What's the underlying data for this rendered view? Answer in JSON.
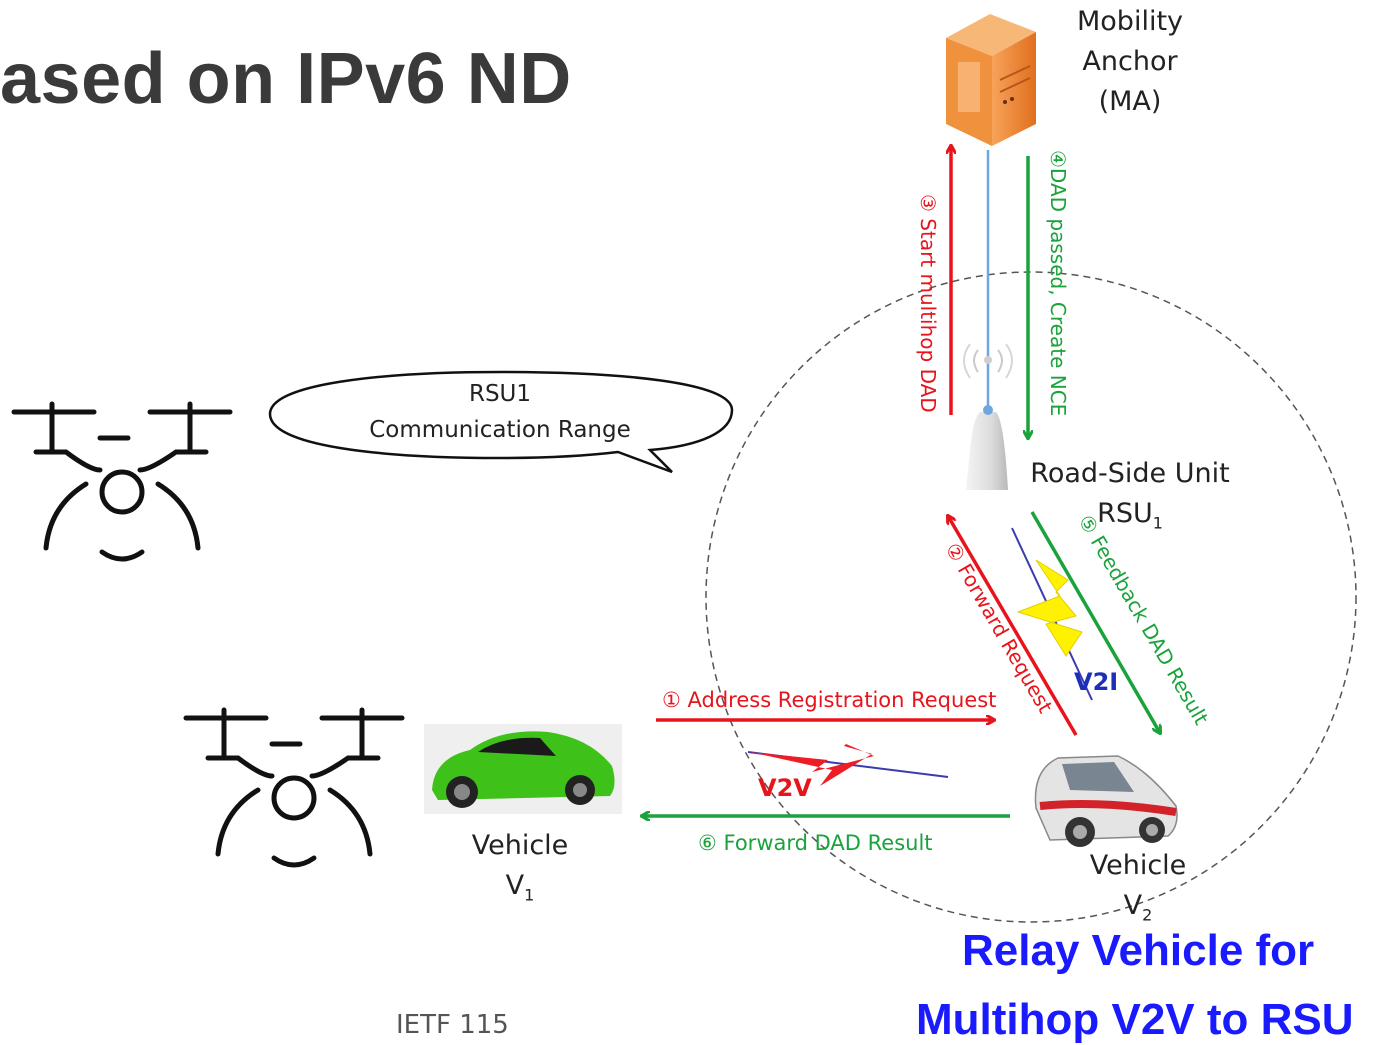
{
  "title": "ased on IPv6 ND",
  "ma": {
    "line1": "Mobility",
    "line2": "Anchor",
    "line3": "(MA)"
  },
  "rsu": {
    "line1": "Road-Side Unit",
    "line2": "RSU",
    "sub": "1"
  },
  "bubble": {
    "line1": "RSU1",
    "line2": "Communication Range"
  },
  "vehicle1": {
    "line1": "Vehicle",
    "line2": "V",
    "sub": "1"
  },
  "vehicle2": {
    "line1": "Vehicle",
    "line2": "V",
    "sub": "2"
  },
  "steps": {
    "s1": "① Address Registration Request",
    "s2": "② Forward Request",
    "s3": "③ Start multihop DAD",
    "s4": "④DAD passed, Create NCE",
    "s5": "⑤ Feedback DAD Result",
    "s6": "⑥ Forward DAD Result"
  },
  "links": {
    "v2i": "V2I",
    "v2v": "V2V"
  },
  "relay": {
    "line1": "Relay Vehicle for",
    "line2": "Multihop V2V to RSU"
  },
  "footer": "IETF 115",
  "colors": {
    "request": "#e8141b",
    "result": "#1aa33b",
    "relay_text": "#1a1aff",
    "v2i_text": "#1d2fb8"
  }
}
